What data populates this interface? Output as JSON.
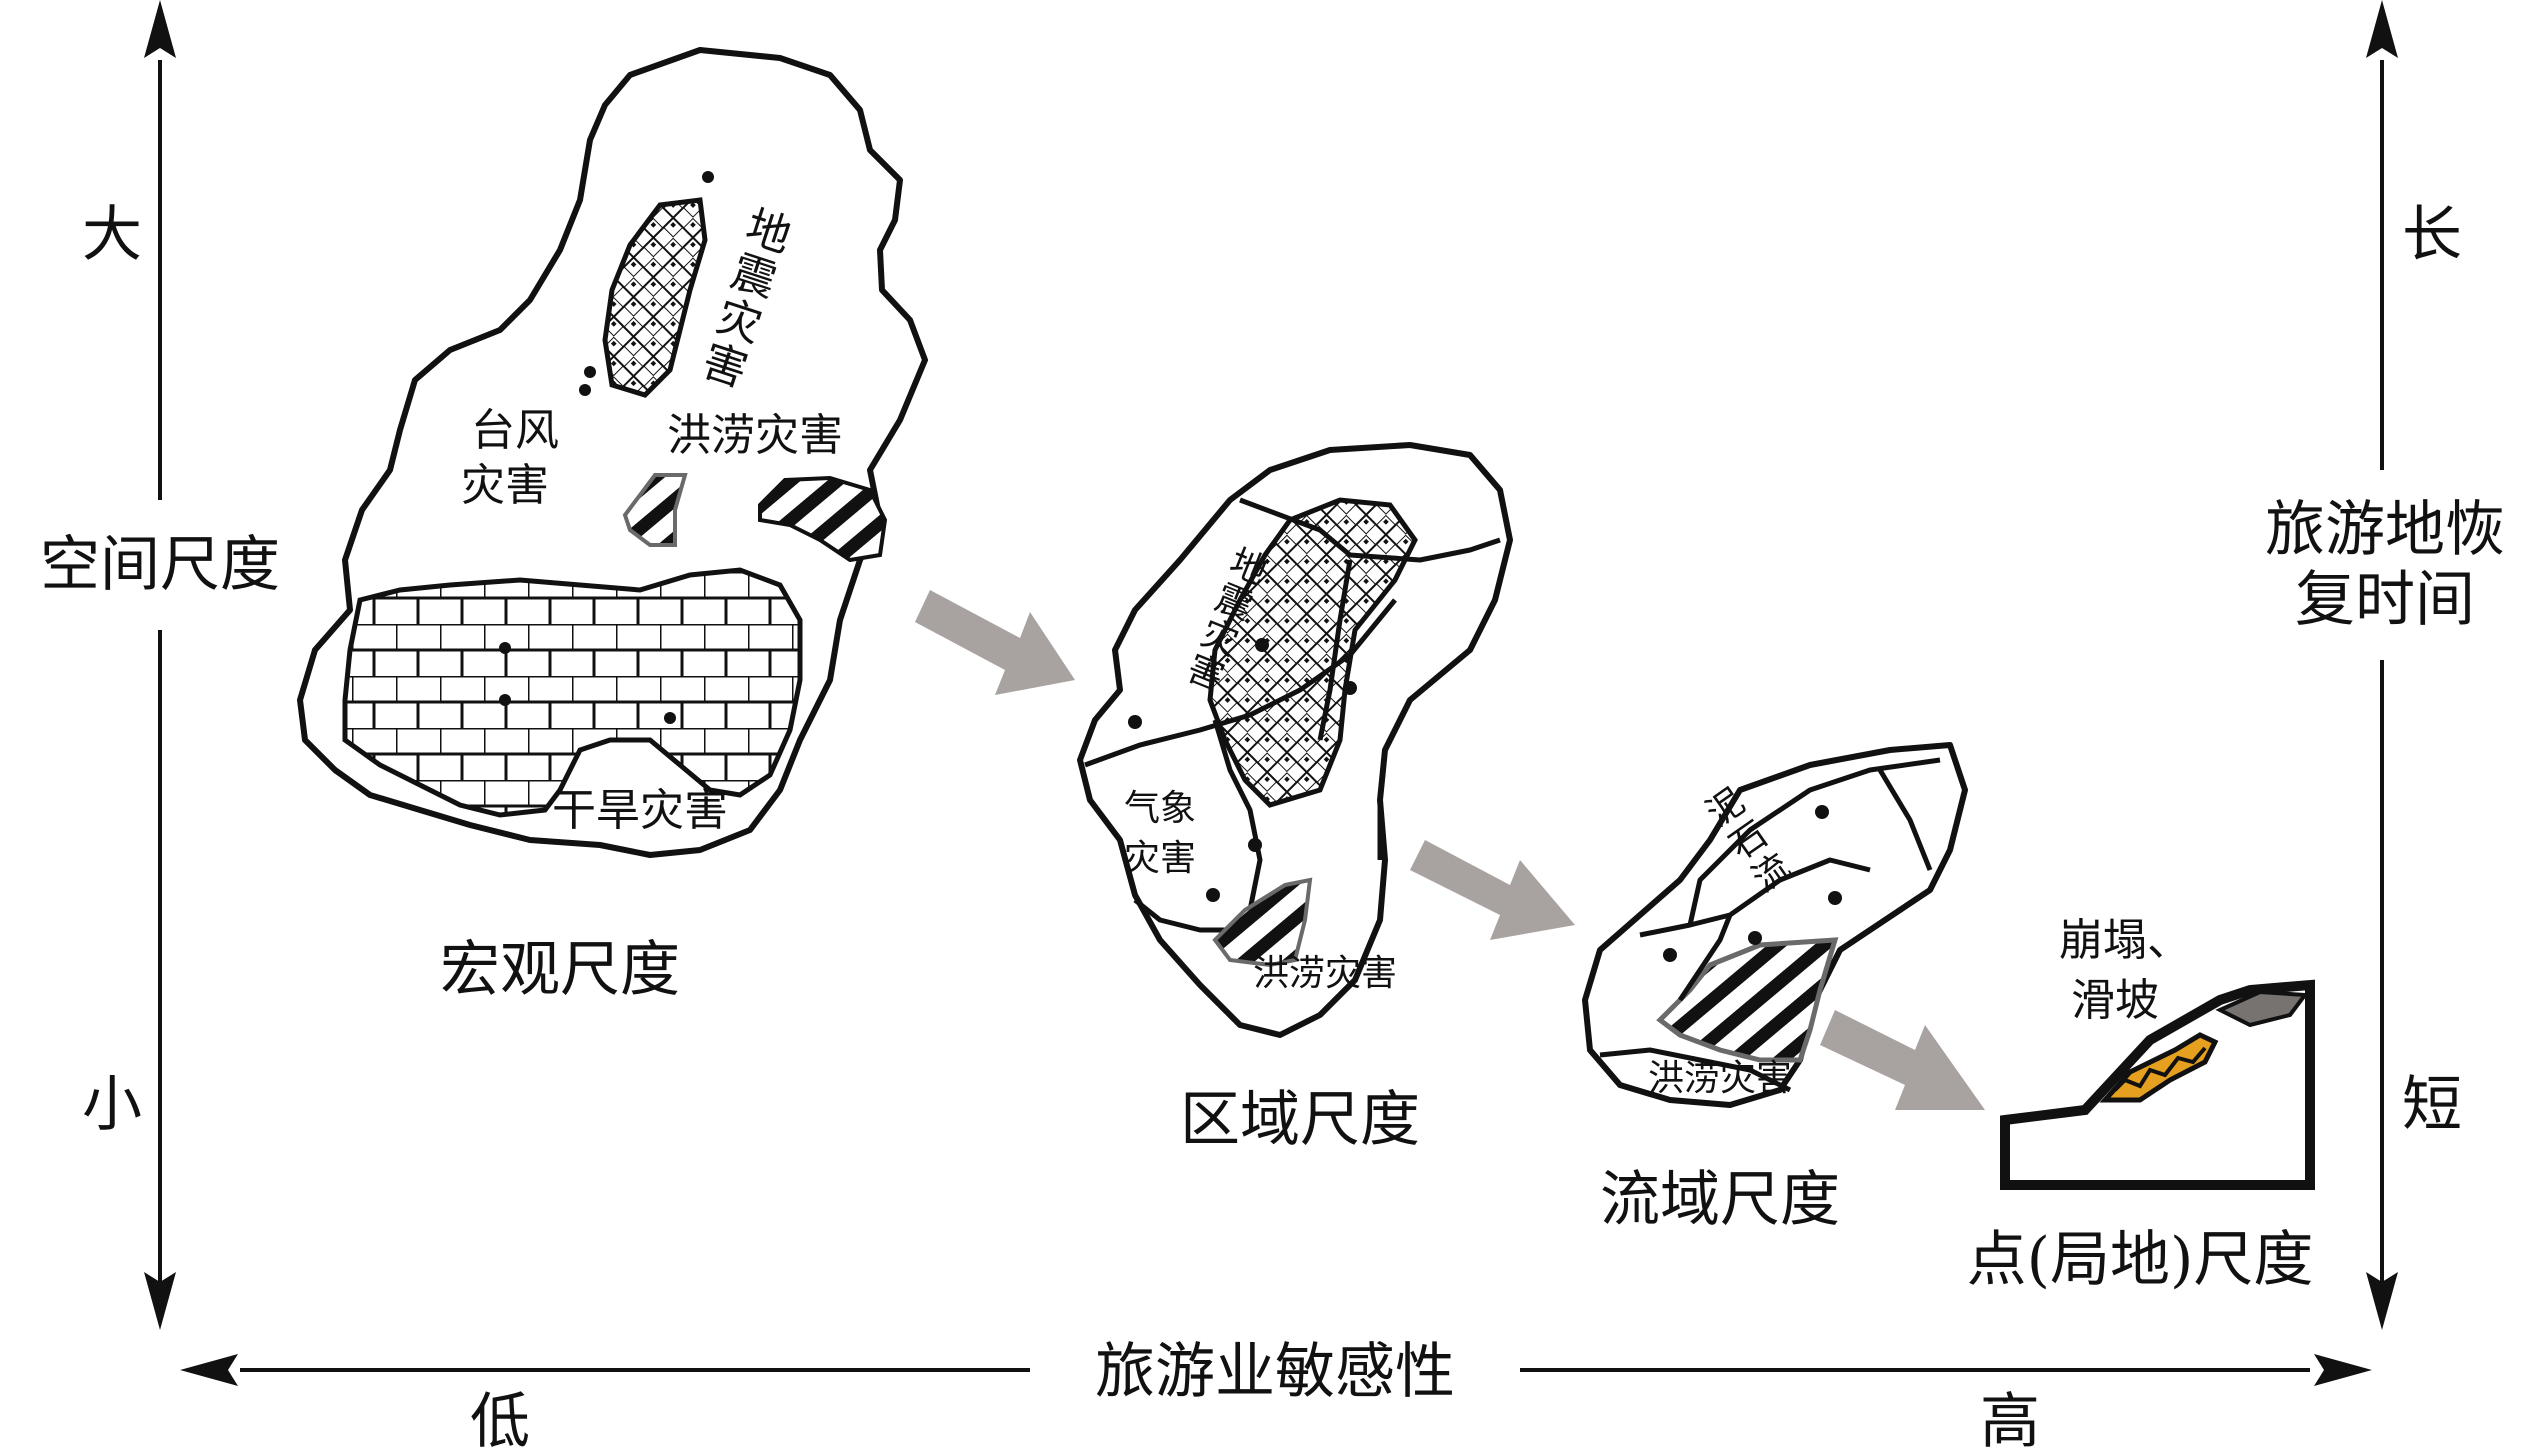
{
  "left_axis": {
    "label": "空间尺度",
    "top": "大",
    "bottom": "小"
  },
  "right_axis": {
    "label_line1": "旅游地恢",
    "label_line2": "复时间",
    "top": "长",
    "bottom": "短"
  },
  "bottom_axis": {
    "label": "旅游业敏感性",
    "left": "低",
    "right": "高"
  },
  "macro": {
    "caption": "宏观尺度",
    "earthquake": [
      "地",
      "震",
      "灾",
      "害"
    ],
    "typhoon_line1": "台风",
    "typhoon_line2": "灾害",
    "flood": "洪涝灾害",
    "drought": "干旱灾害"
  },
  "regional": {
    "caption": "区域尺度",
    "earthquake": [
      "地",
      "震",
      "灾",
      "害"
    ],
    "meteo_line1": "气象",
    "meteo_line2": "灾害",
    "flood": "洪涝灾害"
  },
  "basin": {
    "caption": "流域尺度",
    "debris": [
      "泥",
      "石",
      "流"
    ],
    "flood": "洪涝灾害"
  },
  "point": {
    "caption": "点(局地)尺度",
    "landslide_line1": "崩塌、",
    "landslide_line2": "滑坡"
  },
  "colors": {
    "arrow": "#a8a3a0",
    "landslide_fill": "#e6a01f",
    "rock": "#777370"
  }
}
